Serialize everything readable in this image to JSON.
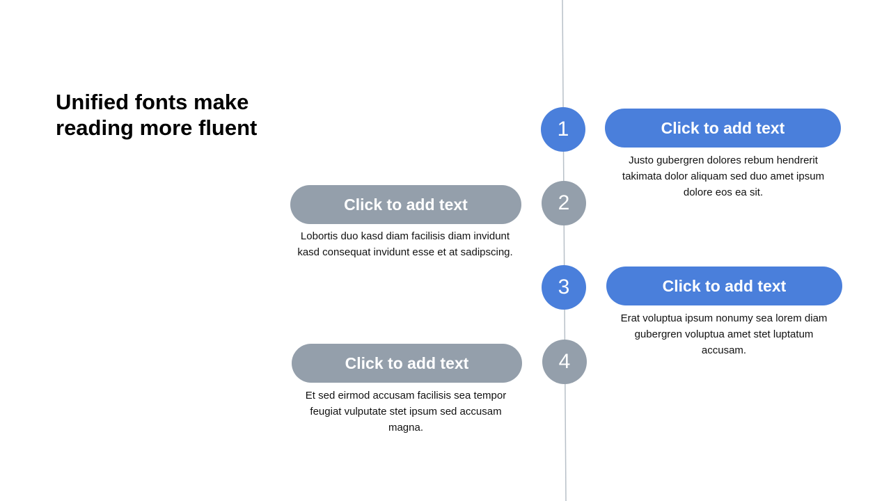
{
  "title": "Unified fonts make reading more fluent",
  "colors": {
    "active": "#4a7fdb",
    "inactive": "#949fab",
    "line": "#b8c0c8"
  },
  "steps": [
    {
      "number": "1",
      "heading": "Click to add text",
      "description": "Justo gubergren dolores rebum hendrerit takimata dolor aliquam sed duo amet ipsum dolore eos ea sit.",
      "state": "active"
    },
    {
      "number": "2",
      "heading": "Click to add text",
      "description": "Lobortis duo kasd diam facilisis diam invidunt kasd consequat invidunt esse et at sadipscing.",
      "state": "inactive"
    },
    {
      "number": "3",
      "heading": "Click to add text",
      "description": "Erat voluptua ipsum nonumy sea lorem diam gubergren voluptua amet stet luptatum accusam.",
      "state": "active"
    },
    {
      "number": "4",
      "heading": "Click to add text",
      "description": "Et sed eirmod accusam facilisis sea tempor feugiat vulputate stet ipsum sed accusam magna.",
      "state": "inactive"
    }
  ]
}
